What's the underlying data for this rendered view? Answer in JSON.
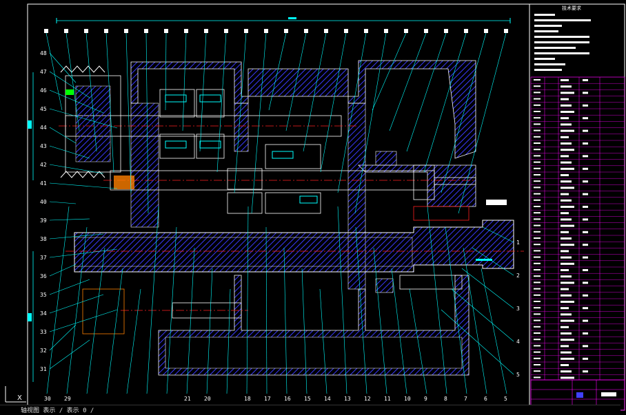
{
  "drawing": {
    "title_block_label": "技术要求",
    "cmd_text": "轴视图 表示 /  表示 0  /",
    "colors": {
      "background": "#000000",
      "outline": "#ffffff",
      "hatch": "#3a3aff",
      "leader": "#00ffff",
      "centerline": "#ff2020",
      "dimension": "#00ffff",
      "bom_grid": "#ff00ff",
      "highlight": "#00ff00"
    },
    "part_numbers_bottom": [
      "30",
      "29",
      "",
      "",
      "",
      "",
      "",
      "21",
      "20",
      "",
      "18",
      "17",
      "16",
      "15",
      "14",
      "13",
      "12",
      "11",
      "10",
      "9",
      "8",
      "7",
      "6",
      "5"
    ],
    "part_numbers_left": [
      "48",
      "47",
      "46",
      "45",
      "44",
      "43",
      "42",
      "41",
      "40",
      "39",
      "38",
      "37",
      "36",
      "35",
      "34",
      "33",
      "32",
      "31"
    ],
    "part_numbers_right": [
      "1",
      "2",
      "3",
      "4",
      "5"
    ]
  }
}
